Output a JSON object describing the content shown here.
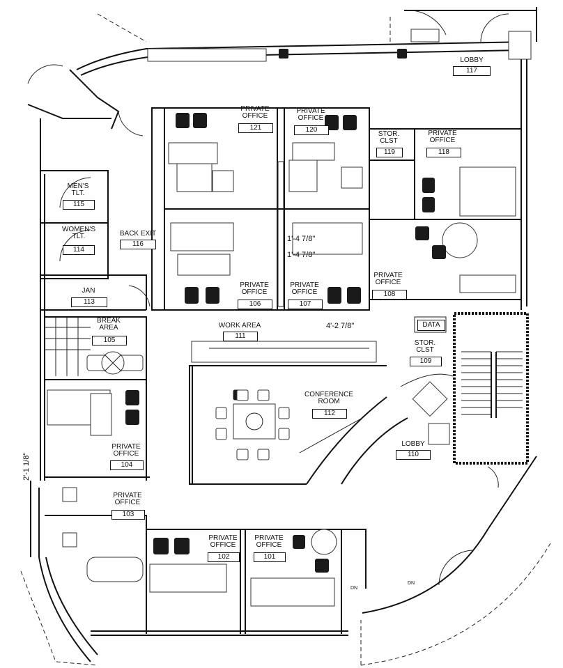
{
  "rooms": [
    {
      "id": "lobby-117",
      "name": "LOBBY",
      "number": "117"
    },
    {
      "id": "private-office-121",
      "name": "PRIVATE\nOFFICE",
      "number": "121"
    },
    {
      "id": "private-office-120",
      "name": "PRIVATE\nOFFICE",
      "number": "120"
    },
    {
      "id": "stor-clst-119",
      "name": "STOR.\nCLST",
      "number": "119"
    },
    {
      "id": "private-office-118",
      "name": "PRIVATE\nOFFICE",
      "number": "118"
    },
    {
      "id": "mens-tlt-115",
      "name": "MEN'S\nTLT.",
      "number": "115"
    },
    {
      "id": "womens-tlt-114",
      "name": "WOMEN'S\nTLT.",
      "number": "114"
    },
    {
      "id": "back-exit-116",
      "name": "BACK EXIT",
      "number": "116"
    },
    {
      "id": "jan-113",
      "name": "JAN",
      "number": "113"
    },
    {
      "id": "private-office-106",
      "name": "PRIVATE\nOFFICE",
      "number": "106"
    },
    {
      "id": "private-office-107",
      "name": "PRIVATE\nOFFICE",
      "number": "107"
    },
    {
      "id": "private-office-108",
      "name": "PRIVATE\nOFFICE",
      "number": "108"
    },
    {
      "id": "break-area-105",
      "name": "BREAK\nAREA",
      "number": "105"
    },
    {
      "id": "work-area-111",
      "name": "WORK AREA",
      "number": "111"
    },
    {
      "id": "data",
      "name": "DATA",
      "number": ""
    },
    {
      "id": "stor-clst-109",
      "name": "STOR.\nCLST",
      "number": "109"
    },
    {
      "id": "conference-room-112",
      "name": "CONFERENCE\nROOM",
      "number": "112"
    },
    {
      "id": "lobby-110",
      "name": "LOBBY",
      "number": "110"
    },
    {
      "id": "private-office-104",
      "name": "PRIVATE\nOFFICE",
      "number": "104"
    },
    {
      "id": "private-office-103",
      "name": "PRIVATE\nOFFICE",
      "number": "103"
    },
    {
      "id": "private-office-102",
      "name": "PRIVATE\nOFFICE",
      "number": "102"
    },
    {
      "id": "private-office-101",
      "name": "PRIVATE\nOFFICE",
      "number": "101"
    }
  ],
  "dimensions": {
    "d1": "1'-4 7/8\"",
    "d2": "1'-4 7/8\"",
    "d3": "4'-2 7/8\"",
    "d4": "2'-1 1/8\""
  },
  "stair_labels": {
    "dn1": "DN",
    "dn2": "DN"
  }
}
